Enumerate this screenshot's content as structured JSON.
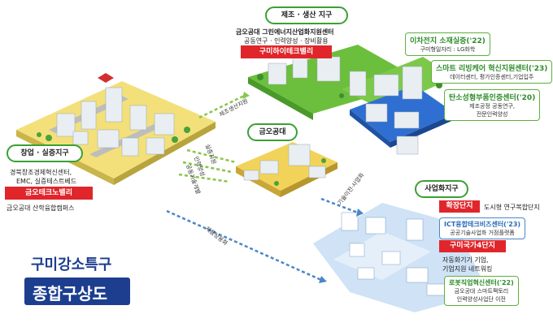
{
  "main_title": {
    "line1": "구미강소특구",
    "line2": "종합구상도"
  },
  "zones": {
    "startup": {
      "callout": "창업 · 실증지구",
      "desc1": "경북창조경제혁신센터,",
      "desc2": "EMC, 실증테스트베드",
      "red_label": "금오테크노밸리",
      "footer": "금오공대 산학융합캠퍼스"
    },
    "manufacturing": {
      "callout": "제조 · 생산 지구",
      "desc1": "금오공대 그린에너지산업화지원센터",
      "desc2": "공동연구 · 인력양성 · 장비활용",
      "red_label": "구미하이테크밸리"
    },
    "university": {
      "callout": "금오공대"
    },
    "commercial": {
      "callout": "사업화지구",
      "expansion_label": "확장단지",
      "expansion_desc": "도시형 연구복합단지",
      "ict_center_title": "ICT융합테크비즈센터('23)",
      "ict_center_desc": "공공기술사업화 거점플랫폼",
      "national_label": "구미국가4단지",
      "national_desc1": "자동화기기 기업,",
      "national_desc2": "기업지원 네트워킹",
      "robot_center_title": "로봇직업혁신센터('22)",
      "robot_center_desc1": "금오공대 스마트팩토리",
      "robot_center_desc2": "인력양성사업단 이전"
    }
  },
  "facilities": [
    {
      "title": "이차전지 소재실증('22)",
      "desc": "구미형일자리 : LG화학"
    },
    {
      "title": "스마트 리빙케어 혁신지원센터('23)",
      "desc": "데이터센터, 평가인증센터,기업입주"
    },
    {
      "title": "탄소성형부품인증센터('20)",
      "desc1": "제조공정 공동연구,",
      "desc2": "전문인력양성"
    }
  ],
  "arrows": {
    "to_manufacturing": "제조생산지원",
    "to_startup_a": "실증지원",
    "to_startup_b": "인력양성",
    "to_startup_c": "공동기술개발",
    "to_commercial": "기술이전·사업화",
    "startup_commercial": "제품상용화"
  },
  "colors": {
    "accent_red": "#e0262b",
    "accent_green": "#3aa035",
    "title_blue": "#1d3e8f",
    "platform_yellow": "#f2d35a",
    "platform_green": "#6cbf3c",
    "platform_blue": "#2f6fd1",
    "platform_pale_blue": "#cfe2f6"
  },
  "icons": [
    "isometric-city-block",
    "green-arrow",
    "blue-arrow"
  ]
}
